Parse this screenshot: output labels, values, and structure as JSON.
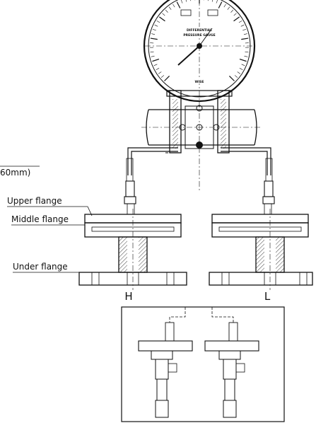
{
  "labels": {
    "upper_flange": "Upper flange",
    "middle_flange": "Middle flange",
    "under_flange": "Under flange",
    "dimension_fragment": "60mm)",
    "high_side": "H",
    "low_side": "L"
  },
  "gauge": {
    "title_line1": "DIFFERENTIAL",
    "title_line2": "PRESSURE GAUGE",
    "brand": "WISE"
  },
  "colors": {
    "line": "#111111",
    "background": "#ffffff"
  }
}
